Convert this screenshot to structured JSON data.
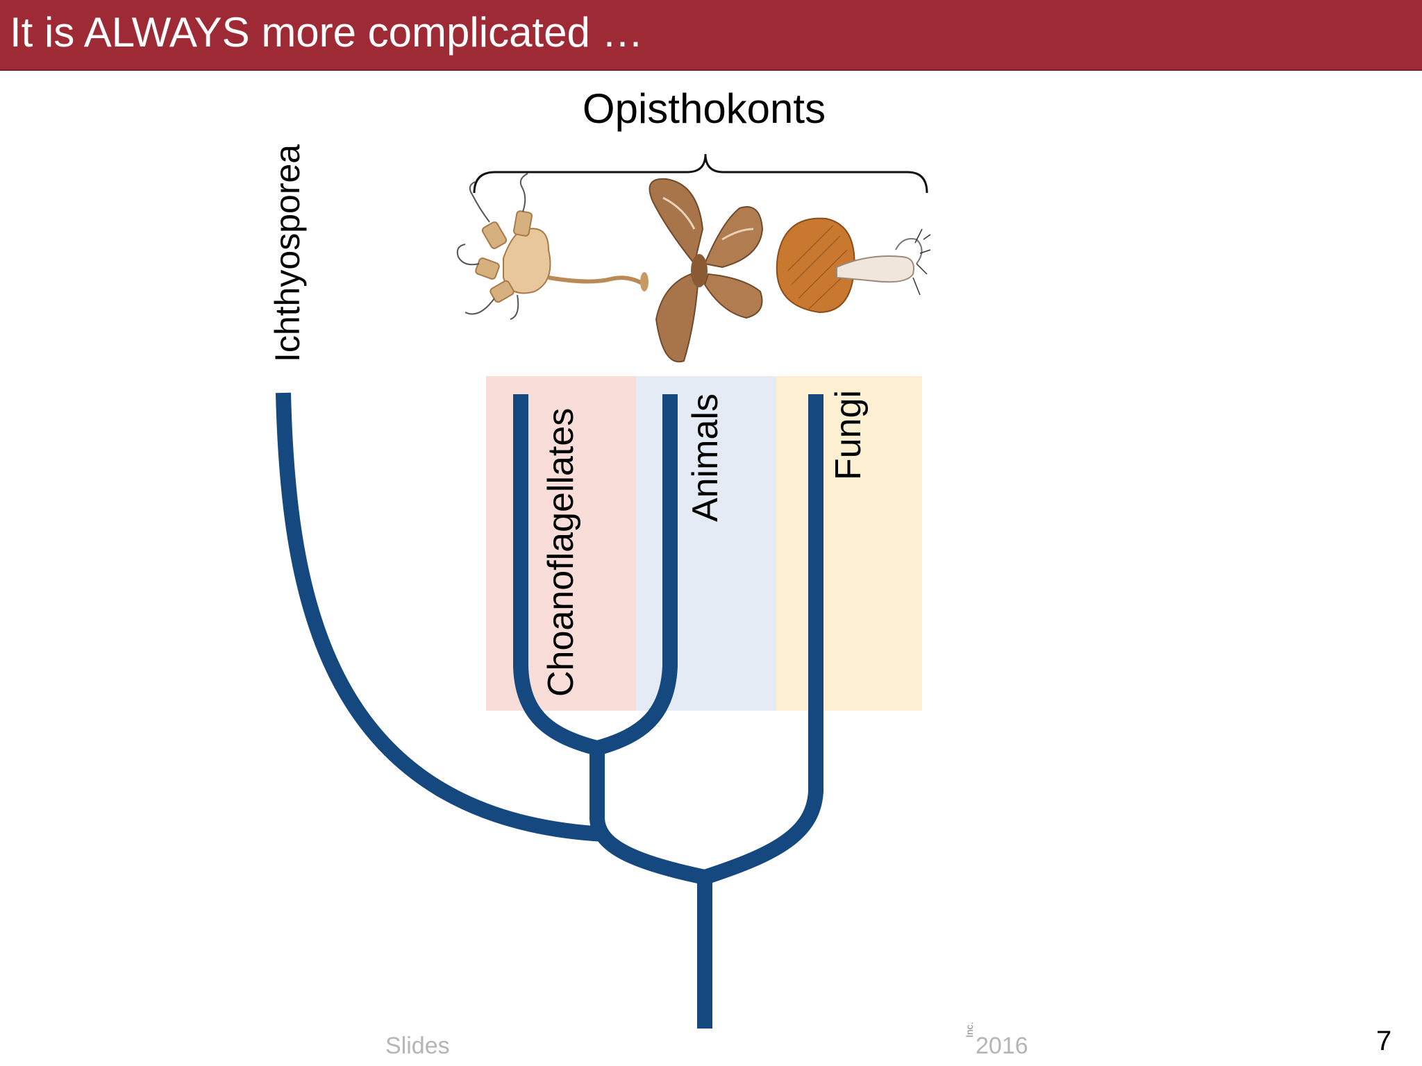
{
  "slide": {
    "title": "It is ALWAYS more complicated …",
    "number": "7"
  },
  "diagram": {
    "group_label": "Opisthokonts",
    "taxa": {
      "outgroup": "Ichthyosporea",
      "choanoflagellates": "Choanoflagellates",
      "animals": "Animals",
      "fungi": "Fungi"
    },
    "illustrations": [
      "choanoflagellate-colony-icon",
      "moth-icon",
      "mushroom-icon"
    ],
    "colors": {
      "branch": "#14487f",
      "choanoflagellates_band": "#f8ddd9",
      "animals_band": "#e4ebf4",
      "fungi_band": "#fdefd2"
    }
  },
  "footer": {
    "left": "Slides",
    "right": "2016",
    "small": "Inc."
  }
}
